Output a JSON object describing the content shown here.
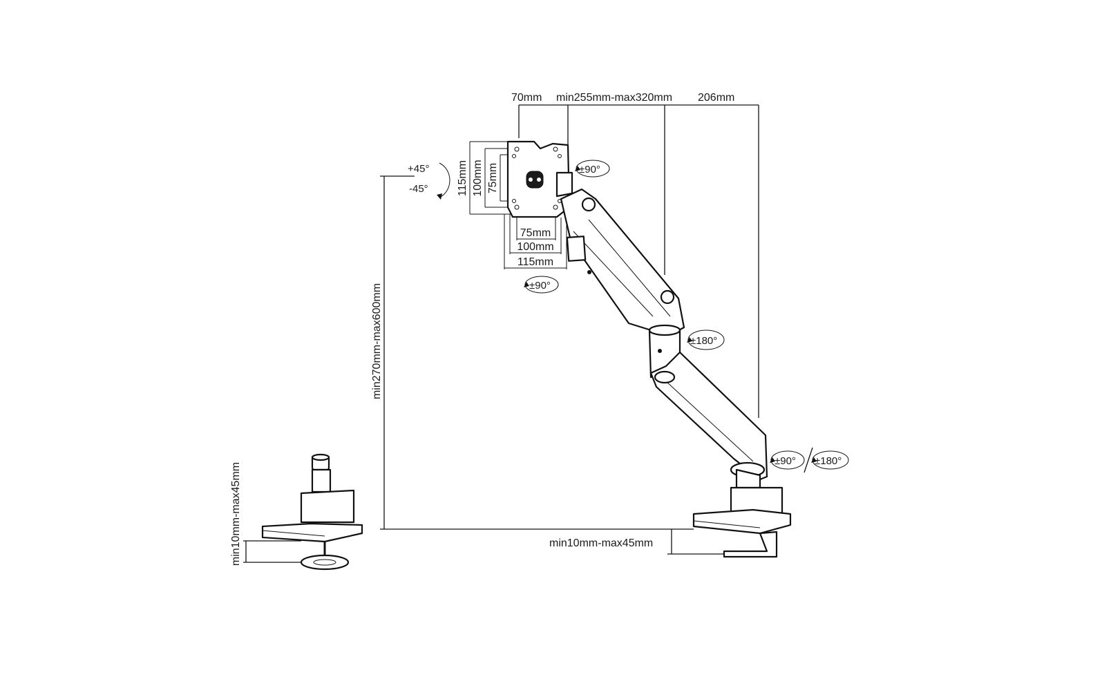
{
  "dimensions": {
    "top_a": "70mm",
    "top_b": "min255mm-max320mm",
    "top_c": "206mm",
    "vesa_h_1": "115mm",
    "vesa_h_2": "100mm",
    "vesa_h_3": "75mm",
    "vesa_w_1": "75mm",
    "vesa_w_2": "100mm",
    "vesa_w_3": "115mm",
    "height_range": "min270mm-max600mm",
    "desk_left": "min10mm-max45mm",
    "desk_right": "min10mm-max45mm"
  },
  "angles": {
    "tilt_up": "+45°",
    "tilt_down": "-45°",
    "rotate_top": "±90°",
    "rotate_bottom": "±90°",
    "elbow": "±180°",
    "base_a": "±90°",
    "base_b": "±180°"
  }
}
